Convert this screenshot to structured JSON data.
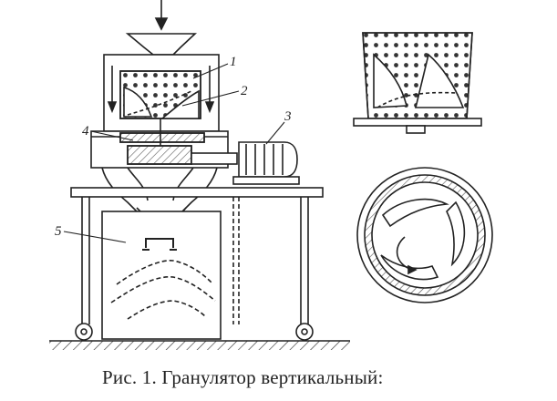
{
  "caption": "Рис. 1. Гранулятор вертикальный:",
  "labels": {
    "l1": "1",
    "l2": "2",
    "l3": "3",
    "l4": "4",
    "l5": "5"
  }
}
